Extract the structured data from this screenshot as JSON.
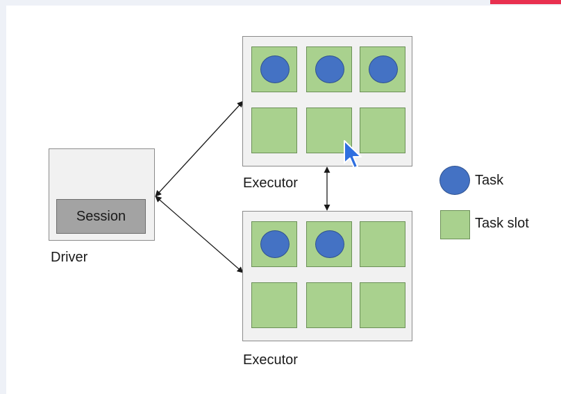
{
  "diagram": {
    "driver": {
      "label": "Driver",
      "session_label": "Session"
    },
    "executors": [
      {
        "label": "Executor",
        "slots": [
          true,
          true,
          true,
          false,
          false,
          false
        ]
      },
      {
        "label": "Executor",
        "slots": [
          true,
          true,
          false,
          false,
          false,
          false
        ]
      }
    ],
    "legend": {
      "task_label": "Task",
      "slot_label": "Task slot"
    }
  },
  "colors": {
    "task": "#4472c4",
    "task_slot": "#a9d18e",
    "accent": "#e8304f"
  },
  "icons": {
    "cursor": "mouse-pointer-icon"
  }
}
